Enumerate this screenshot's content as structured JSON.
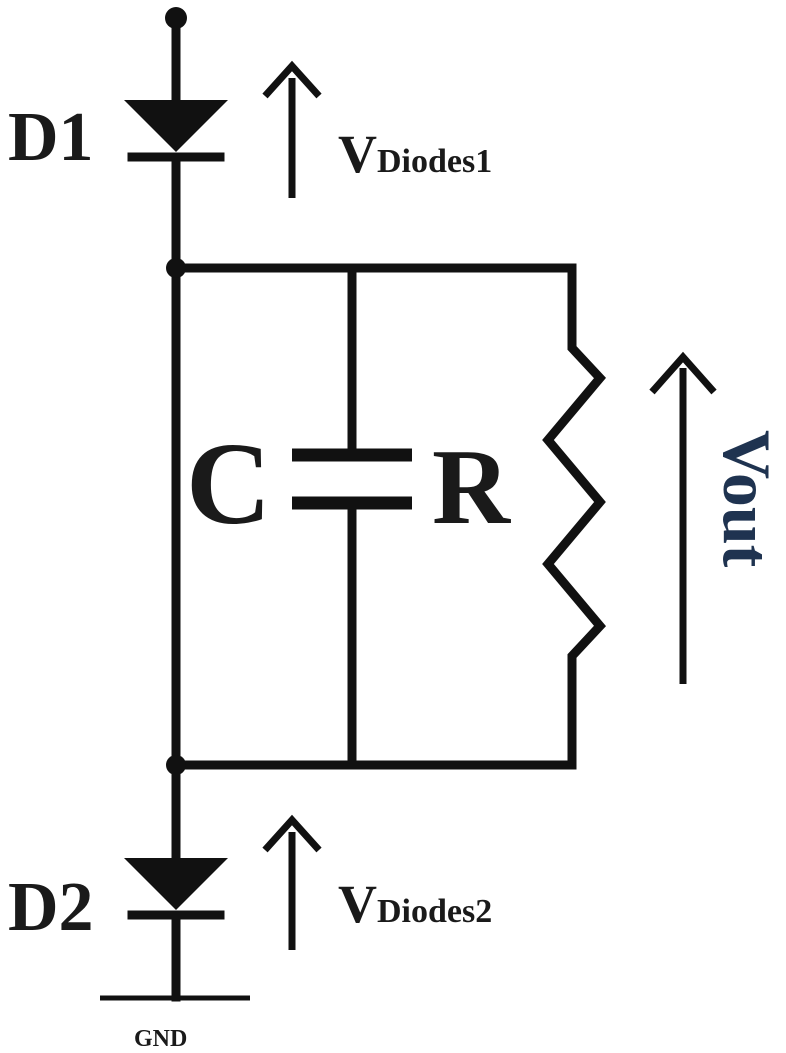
{
  "labels": {
    "d1": "D1",
    "d2": "D2",
    "c": "C",
    "r": "R",
    "vout": "Vout",
    "v1_main": "V",
    "v1_sub": "Diodes1",
    "v2_main": "V",
    "v2_sub": "Diodes2",
    "gnd": "GND"
  },
  "colors": {
    "wire": "#111111",
    "text": "#1a1a1a",
    "vout": "#1f3350"
  }
}
